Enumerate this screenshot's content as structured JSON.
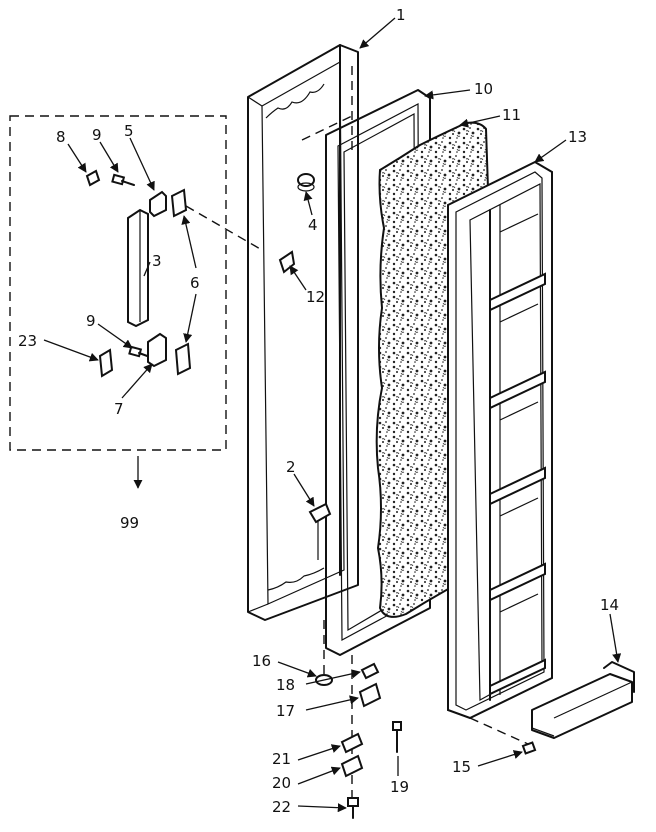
{
  "labels": {
    "p1": "1",
    "p2": "2",
    "p3": "3",
    "p4": "4",
    "p5": "5",
    "p6": "6",
    "p7": "7",
    "p8": "8",
    "p9a": "9",
    "p9b": "9",
    "p10": "10",
    "p11": "11",
    "p12": "12",
    "p13": "13",
    "p14": "14",
    "p15": "15",
    "p16": "16",
    "p17": "17",
    "p18": "18",
    "p19": "19",
    "p20": "20",
    "p21": "21",
    "p22": "22",
    "p23": "23",
    "p99": "99"
  }
}
